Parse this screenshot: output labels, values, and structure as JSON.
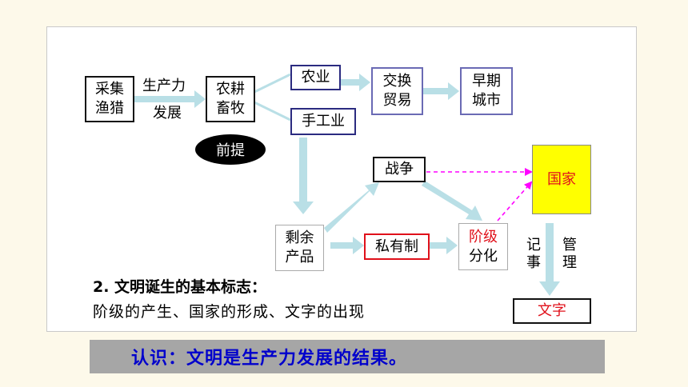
{
  "nodes": {
    "hunting": "采集\n渔猎",
    "farming": "农耕\n畜牧",
    "agriculture": "农业",
    "handicraft": "手工业",
    "exchange": "交换\n贸易",
    "early_city": "早期\n城市",
    "premise": "前提",
    "war": "战争",
    "state": "国家",
    "surplus": "剩余\n产品",
    "private": "私有制",
    "class_prefix": "阶级",
    "class_suffix": "分化",
    "writing": "文字"
  },
  "labels": {
    "productivity": "生产力",
    "development": "发展",
    "record": "记\n事",
    "manage": "管\n理"
  },
  "heading": "2. 文明诞生的基本标志：",
  "subtext": "阶级的产生、国家的形成、文字的出现",
  "banner": "认识：文明是生产力发展的结果。",
  "colors": {
    "arrow": "#b9dfe6",
    "dashed": "#ff00ff",
    "accent_red": "#e0101a",
    "state_fill": "#ffff00",
    "banner_text": "#0000cc",
    "banner_bg": "#a6a6a6"
  }
}
